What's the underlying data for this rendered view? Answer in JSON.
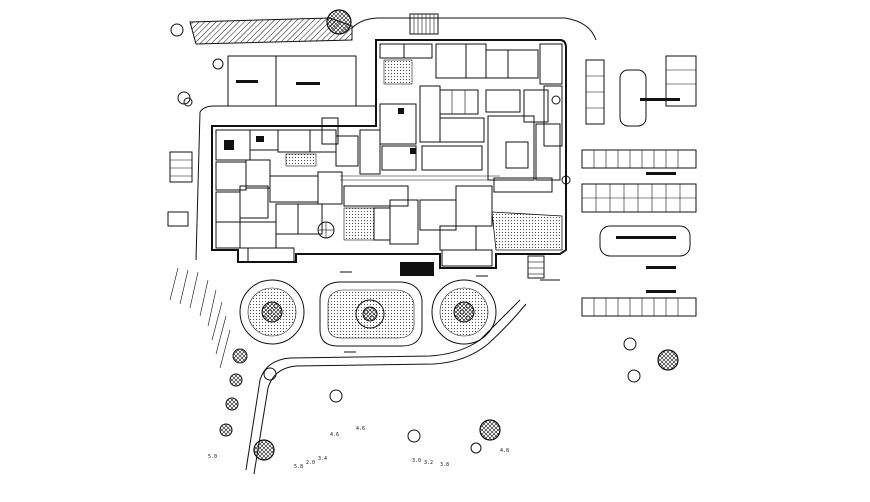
{
  "canvas": {
    "background": "#ffffff",
    "ink": "#111111"
  },
  "ground_labels": [
    "5.0",
    "4.6",
    "3.0",
    "3.2",
    "3.8",
    "4.8",
    "2.0",
    "5.8",
    "3.4",
    "4.6"
  ]
}
